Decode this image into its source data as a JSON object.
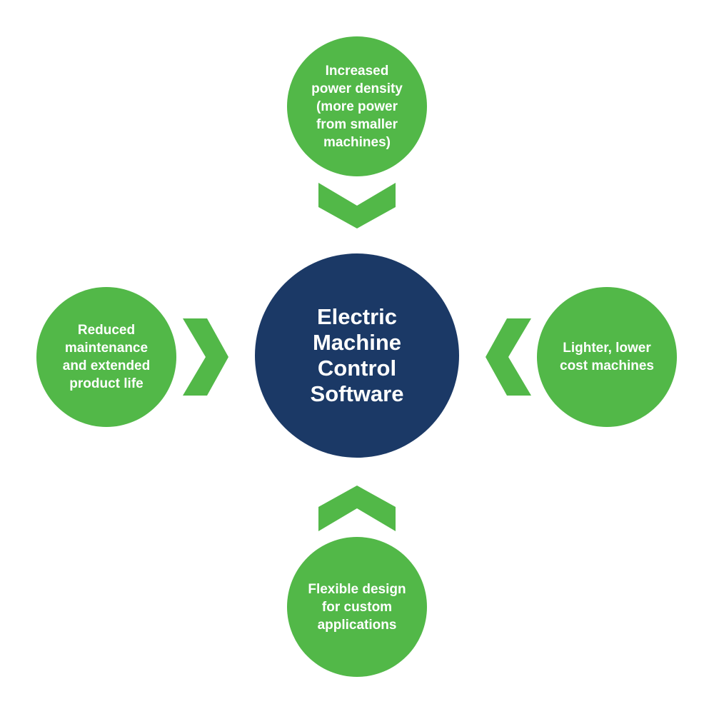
{
  "colors": {
    "green": "#52b848",
    "navy": "#1b3966",
    "text": "#ffffff"
  },
  "center": {
    "label": "Electric\nMachine\nControl\nSoftware"
  },
  "nodes": {
    "top": "Increased\npower density\n(more power\nfrom smaller\nmachines)",
    "left": "Reduced\nmaintenance\nand extended\nproduct life",
    "right": "Lighter, lower\ncost machines",
    "bottom": "Flexible design\nfor custom\napplications"
  },
  "arrows": {
    "top": "chevron-down-icon",
    "left": "chevron-right-icon",
    "right": "chevron-left-icon",
    "bottom": "chevron-up-icon"
  }
}
